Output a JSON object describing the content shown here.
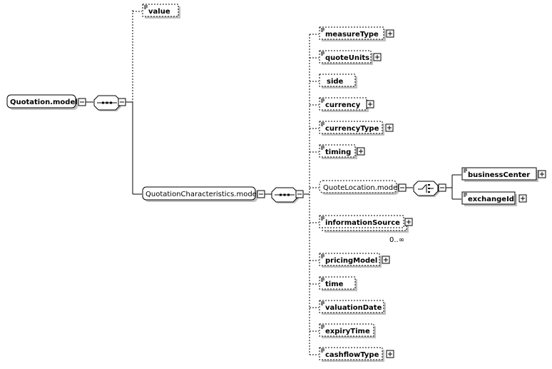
{
  "root": {
    "label": "Quotation.model"
  },
  "top_element": {
    "label": "value"
  },
  "group": {
    "label": "QuotationCharacteristics.model"
  },
  "elements": [
    {
      "label": "measureType",
      "expandable": true
    },
    {
      "label": "quoteUnits",
      "expandable": true
    },
    {
      "label": "side",
      "expandable": false
    },
    {
      "label": "currency",
      "expandable": true
    },
    {
      "label": "currencyType",
      "expandable": true
    },
    {
      "label": "timing",
      "expandable": true
    },
    {
      "label": "QuoteLocation.model",
      "expandable": false
    },
    {
      "label": "informationSource",
      "expandable": true,
      "occurrence": "0..∞"
    },
    {
      "label": "pricingModel",
      "expandable": true
    },
    {
      "label": "time",
      "expandable": false
    },
    {
      "label": "valuationDate",
      "expandable": false
    },
    {
      "label": "expiryTime",
      "expandable": false
    },
    {
      "label": "cashflowType",
      "expandable": true
    }
  ],
  "choice_children": [
    {
      "label": "businessCenter",
      "expandable": true
    },
    {
      "label": "exchangeId",
      "expandable": true
    }
  ],
  "colors": {
    "line": "#000000",
    "shadow": "#c0c0c0",
    "fill": "#ffffff"
  }
}
